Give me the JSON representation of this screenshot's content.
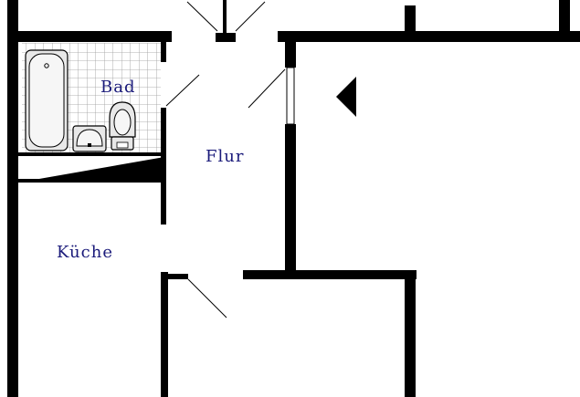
{
  "rooms": {
    "bath": "Bad",
    "hallway": "Flur",
    "kitchen": "Küche"
  },
  "colors": {
    "wall": "#000000",
    "label": "#1a1a7a",
    "tile_grid": "#9a9a9a",
    "fixture_fill": "#e8e8e8",
    "background": "#ffffff"
  },
  "icons": {
    "entrance_marker": "triangle-left-icon",
    "bathtub": "bathtub-icon",
    "sink": "sink-icon",
    "toilet": "toilet-icon"
  }
}
